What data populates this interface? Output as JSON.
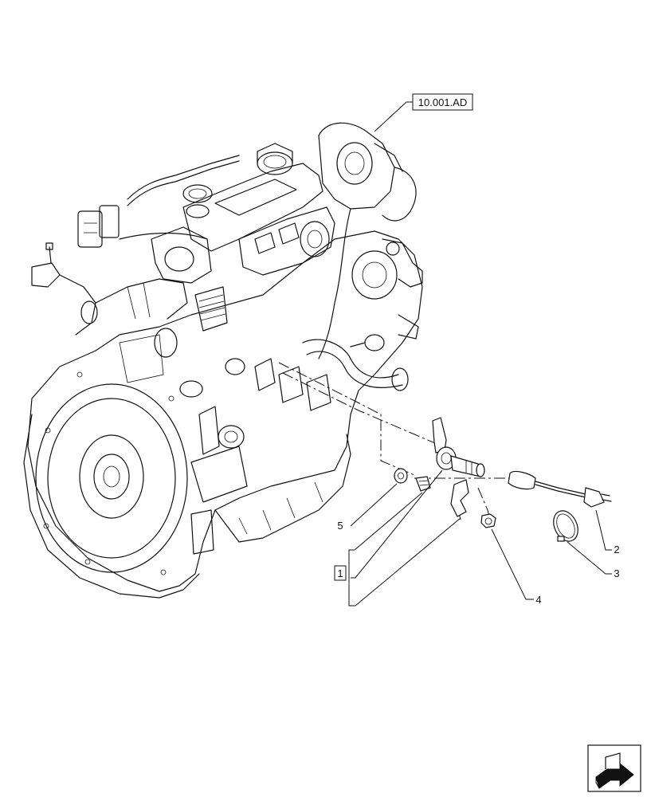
{
  "reference": {
    "label": "10.001.AD"
  },
  "callouts": [
    {
      "id": "1",
      "boxed": true
    },
    {
      "id": "2",
      "boxed": false
    },
    {
      "id": "3",
      "boxed": false
    },
    {
      "id": "4",
      "boxed": false
    },
    {
      "id": "5",
      "boxed": false
    }
  ],
  "nav_icon": {
    "name": "next-page-arrow-icon"
  }
}
